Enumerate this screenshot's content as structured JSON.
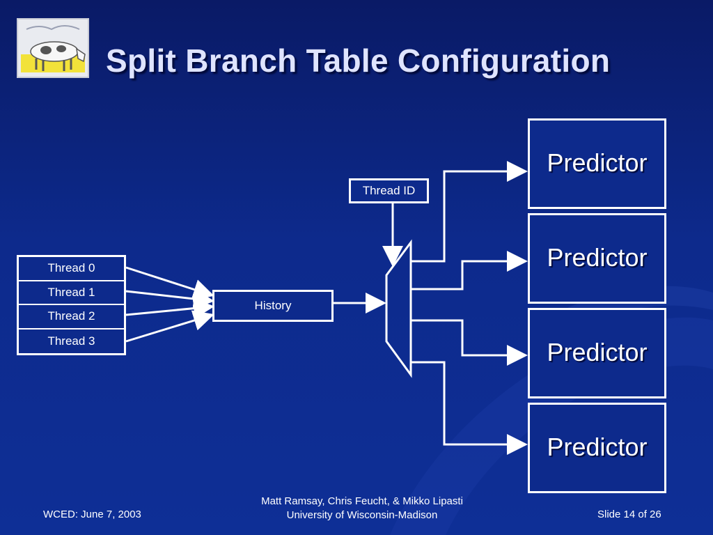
{
  "slide": {
    "title": "Split Branch Table Configuration"
  },
  "diagram": {
    "thread_table": [
      "Thread 0",
      "Thread 1",
      "Thread 2",
      "Thread 3"
    ],
    "history_label": "History",
    "thread_id_label": "Thread ID",
    "predictors": [
      "Predictor",
      "Predictor",
      "Predictor",
      "Predictor"
    ]
  },
  "footer": {
    "left": "WCED: June 7, 2003",
    "center_line1": "Matt Ramsay, Chris Feucht, & Mikko Lipasti",
    "center_line2": "University of Wisconsin-Madison",
    "right": "Slide 14 of 26"
  },
  "colors": {
    "background": "#0d2a8c",
    "title": "#dfe4ff",
    "lines": "#ffffff",
    "logo_yellow": "#f2e23a"
  },
  "icons": {
    "logo": "cow-logo-icon"
  }
}
